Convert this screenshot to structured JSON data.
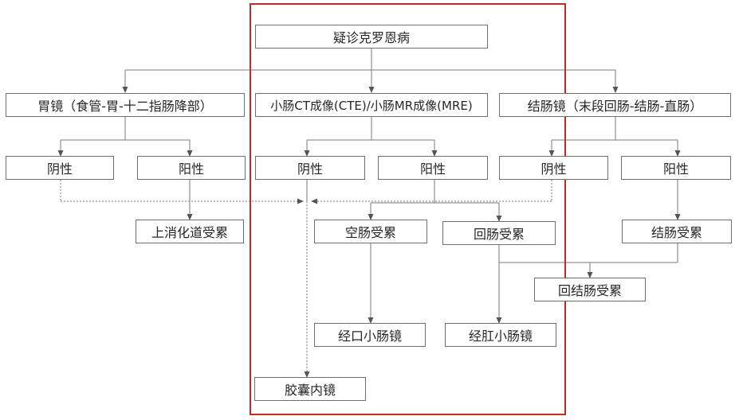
{
  "nodes": {
    "root": "疑诊克罗恩病",
    "gastroscopy": "胃镜（食管-胃-十二指肠降部）",
    "cte_mre": "小肠CT成像(CTE)/小肠MR成像(MRE)",
    "colonoscopy": "结肠镜（末段回肠-结肠-直肠）",
    "gastro_negative": "阴性",
    "gastro_positive": "阳性",
    "cte_negative": "阴性",
    "cte_positive": "阳性",
    "colon_negative": "阴性",
    "colon_positive": "阳性",
    "upper_gi": "上消化道受累",
    "jejunum": "空肠受累",
    "ileum": "回肠受累",
    "colon_involved": "结肠受累",
    "ileocolon": "回结肠受累",
    "oral_enteroscopy": "经口小肠镜",
    "anal_enteroscopy": "经肛小肠镜",
    "capsule": "胶囊内镜"
  },
  "colors": {
    "box_border": "#6f6f6f",
    "line": "#6f6f6f",
    "text": "#262626",
    "highlight": "#c62828"
  }
}
